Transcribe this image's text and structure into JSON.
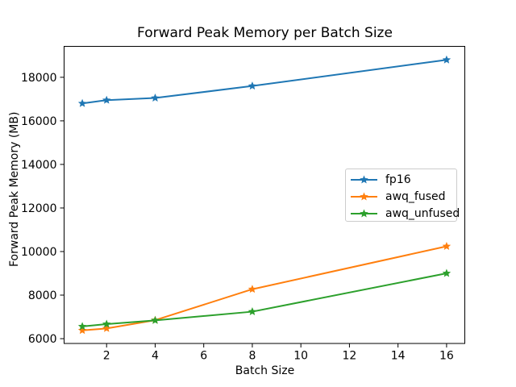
{
  "chart_data": {
    "type": "line",
    "title": "Forward Peak Memory per Batch Size",
    "xlabel": "Batch Size",
    "ylabel": "Forward Peak Memory (MB)",
    "x": [
      1,
      2,
      4,
      8,
      16
    ],
    "series": [
      {
        "name": "fp16",
        "color": "#1f77b4",
        "marker": "star",
        "values": [
          16800,
          16950,
          17050,
          17600,
          18800
        ]
      },
      {
        "name": "awq_fused",
        "color": "#ff7f0e",
        "marker": "star",
        "values": [
          6380,
          6470,
          6850,
          8270,
          10240
        ]
      },
      {
        "name": "awq_unfused",
        "color": "#2ca02c",
        "marker": "star",
        "values": [
          6560,
          6670,
          6840,
          7240,
          9000
        ]
      }
    ],
    "xticks": [
      2,
      4,
      6,
      8,
      10,
      12,
      14,
      16
    ],
    "yticks": [
      6000,
      8000,
      10000,
      12000,
      14000,
      16000,
      18000
    ],
    "xlim": [
      0.25,
      16.75
    ],
    "ylim": [
      5780,
      19420
    ],
    "grid": false,
    "legend_position": "center-right",
    "axis_color": "#000000",
    "legend_border_color": "#cccccc",
    "background_color": "#ffffff"
  }
}
